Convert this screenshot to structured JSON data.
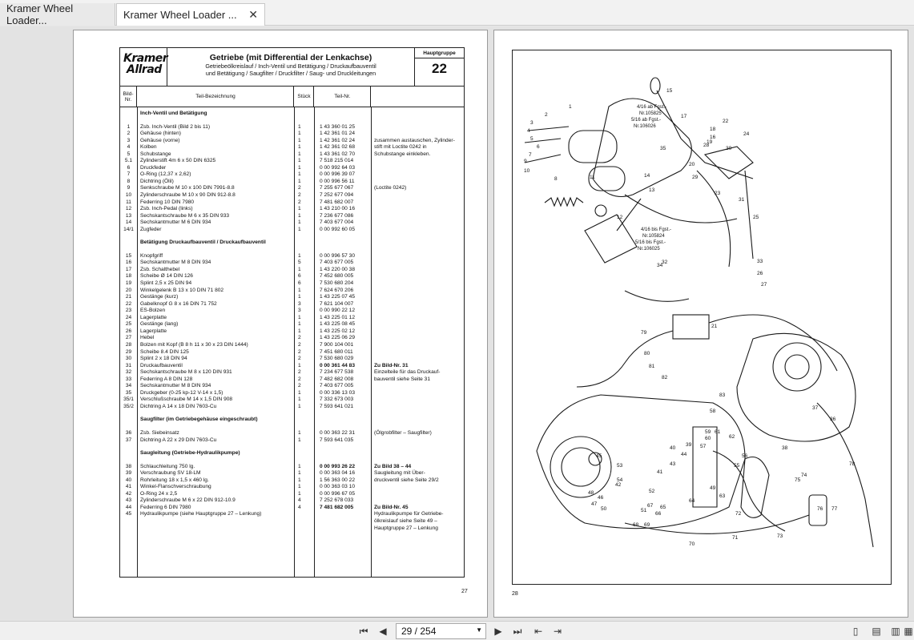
{
  "tabs": [
    {
      "label": "Kramer Wheel Loader..."
    },
    {
      "label": "Kramer Wheel Loader ..."
    }
  ],
  "left_page": {
    "logo_line1": "Kramer",
    "logo_line2": "Allrad",
    "title": "Getriebe (mit Differential der Lenkachse)",
    "subtitle1": "Getriebeölkreislauf / Inch-Ventil und Betätigung / Druckaufbauventil",
    "subtitle2": "und Betätigung / Saugfilter / Druckfilter / Saug- und Druckleitungen",
    "hauptgruppe_label": "Hauptgruppe",
    "hauptgruppe_number": "22",
    "col_bild": "Bild-Nr.",
    "col_teil": "Teil-Bezeichnung",
    "col_stueck": "Stück",
    "col_nr": "Teil-Nr.",
    "page_number": "27",
    "rows": [
      {
        "type": "sec",
        "n": "Inch-Ventil und Betätigung"
      },
      {
        "type": "gap"
      },
      {
        "b": "1",
        "n": "Zsb. Inch-Ventil (Bild 2 bis 11)",
        "q": "1",
        "p": "1 43 360 01 25",
        "r": ""
      },
      {
        "b": "2",
        "n": "Gehäuse (hinten)",
        "q": "1",
        "p": "1 42 361 01 24",
        "r": ""
      },
      {
        "b": "3",
        "n": "Gehäuse (vorne)",
        "q": "1",
        "p": "1 42 361 02 24",
        "r": "zusammen austauschen, Zylinder-"
      },
      {
        "b": "4",
        "n": "Kolben",
        "q": "1",
        "p": "1 42 361 02 68",
        "r": "stift mit Loctite 0242 in"
      },
      {
        "b": "5",
        "n": "Schubstange",
        "q": "1",
        "p": "1 43 361 02 70",
        "r": "Schubstange einkleben."
      },
      {
        "b": "5.1",
        "n": "Zylinderstift 4m 6 x 50 DIN 6325",
        "q": "1",
        "p": "7 518 215 014",
        "r": ""
      },
      {
        "b": "6",
        "n": "Druckfeder",
        "q": "1",
        "p": "0 00 992 64 03",
        "r": ""
      },
      {
        "b": "7",
        "n": "O-Ring (12,37 x 2,62)",
        "q": "1",
        "p": "0 00 996 39 07",
        "r": ""
      },
      {
        "b": "8",
        "n": "Dichtring (Ölil)",
        "q": "1",
        "p": "0 00 996 56 11",
        "r": ""
      },
      {
        "b": "9",
        "n": "Senkschraube M 10 x 100 DIN 7991-8.8",
        "q": "2",
        "p": "7 255 677 067",
        "r": "(Loctite 0242)"
      },
      {
        "b": "10",
        "n": "Zylinderschraube M 10 x 90 DIN 912-8.8",
        "q": "2",
        "p": "7 252 677 094",
        "r": ""
      },
      {
        "b": "11",
        "n": "Federring 10 DIN 7980",
        "q": "2",
        "p": "7 481 682 007",
        "r": ""
      },
      {
        "b": "12",
        "n": "Zsb. Inch-Pedal (links)",
        "q": "1",
        "p": "1 43 210 00 16",
        "r": ""
      },
      {
        "b": "13",
        "n": "Sechskantschraube M 6 x 35 DIN 933",
        "q": "1",
        "p": "7 236 677 086",
        "r": ""
      },
      {
        "b": "14",
        "n": "Sechskantmutter M 6 DIN 934",
        "q": "1",
        "p": "7 403 677 004",
        "r": ""
      },
      {
        "b": "14/1",
        "n": "Zugfeder",
        "q": "1",
        "p": "0 00 992 60 05",
        "r": ""
      },
      {
        "type": "gap"
      },
      {
        "type": "sec",
        "n": "Betätigung Druckaufbauventil / Druckaufbauventil"
      },
      {
        "type": "gap"
      },
      {
        "b": "15",
        "n": "Knopfgriff",
        "q": "1",
        "p": "0 00 996 57 30",
        "r": ""
      },
      {
        "b": "16",
        "n": "Sechskantmutter M 8 DIN 934",
        "q": "5",
        "p": "7 403 677 005",
        "r": ""
      },
      {
        "b": "17",
        "n": "Zsb. Schalthebel",
        "q": "1",
        "p": "1 43 220 00 38",
        "r": ""
      },
      {
        "b": "18",
        "n": "Scheibe Ø 14 DIN 126",
        "q": "6",
        "p": "7 452 680 005",
        "r": ""
      },
      {
        "b": "19",
        "n": "Splint 2,5 x 25 DIN 94",
        "q": "6",
        "p": "7 530 680 204",
        "r": ""
      },
      {
        "b": "20",
        "n": "Winkelgelenk B 13 x 10 DIN 71 802",
        "q": "1",
        "p": "7 624 670 206",
        "r": ""
      },
      {
        "b": "21",
        "n": "Gestänge (kurz)",
        "q": "1",
        "p": "1 43 225 07 45",
        "r": ""
      },
      {
        "b": "22",
        "n": "Gabelknopf G 8 x 16 DIN 71 752",
        "q": "3",
        "p": "7 621 104 007",
        "r": ""
      },
      {
        "b": "23",
        "n": "ES-Bolzen",
        "q": "3",
        "p": "0 00 990 22 12",
        "r": ""
      },
      {
        "b": "24",
        "n": "Lagerplatte",
        "q": "1",
        "p": "1 43 225 01 12",
        "r": ""
      },
      {
        "b": "25",
        "n": "Gestänge (lang)",
        "q": "1",
        "p": "1 43 225 08 45",
        "r": ""
      },
      {
        "b": "26",
        "n": "Lagerplatte",
        "q": "1",
        "p": "1 43 225 02 12",
        "r": ""
      },
      {
        "b": "27",
        "n": "Hebel",
        "q": "2",
        "p": "1 43 225 06 29",
        "r": ""
      },
      {
        "b": "28",
        "n": "Bolzen mit Kopf (B 8 h 11 x 30 x 23 DIN 1444)",
        "q": "2",
        "p": "7 900 104 001",
        "r": ""
      },
      {
        "b": "29",
        "n": "Scheibe 8.4 DIN 125",
        "q": "2",
        "p": "7 451 680 011",
        "r": ""
      },
      {
        "b": "30",
        "n": "Splint 2 x 18 DIN 94",
        "q": "2",
        "p": "7 530 680 029",
        "r": ""
      },
      {
        "b": "31",
        "n": "Druckaufbauventil",
        "q": "1",
        "p": "0 00 361 44 83",
        "r": "Zu Bild-Nr. 31",
        "bold": true
      },
      {
        "b": "32",
        "n": "Sechskantschraube M 8 x 120 DIN 931",
        "q": "2",
        "p": "7 234 677 538",
        "r": "Einzelteile für das Druckauf-"
      },
      {
        "b": "33",
        "n": "Federring A 8 DIN 128",
        "q": "2",
        "p": "7 482 682 008",
        "r": "bauventil siehe Seite 31"
      },
      {
        "b": "34",
        "n": "Sechskantmutter M 8 DIN 934",
        "q": "2",
        "p": "7 403 677 005",
        "r": ""
      },
      {
        "b": "35",
        "n": "Druckgeber (0-25 kp-12 V-14 x 1,5)",
        "q": "1",
        "p": "0 00 336 13 03",
        "r": ""
      },
      {
        "b": "35/1",
        "n": "Verschlußschraube M 14 x 1,5 DIN 908",
        "q": "1",
        "p": "7 332 673 003",
        "r": ""
      },
      {
        "b": "35/2",
        "n": "Dichtring A 14 x 18 DIN 7603-Cu",
        "q": "1",
        "p": "7 593 641 021",
        "r": ""
      },
      {
        "type": "gap"
      },
      {
        "type": "sec",
        "n": "Saugfilter (im Getriebegehäuse eingeschraubt)"
      },
      {
        "type": "gap"
      },
      {
        "b": "36",
        "n": "Zsb. Siebeinsatz",
        "q": "1",
        "p": "0 00 363 22 31",
        "r": "(Ölgrobfilter – Saugfilter)"
      },
      {
        "b": "37",
        "n": "Dichtring A 22 x 29 DIN 7603-Cu",
        "q": "1",
        "p": "7 593 641 035",
        "r": ""
      },
      {
        "type": "gap"
      },
      {
        "type": "sec",
        "n": "Saugleitung (Getriebe-Hydraulikpumpe)"
      },
      {
        "type": "gap"
      },
      {
        "b": "38",
        "n": "Schlauchleitung 750 lg.",
        "q": "1",
        "p": "0 00 993 26 22",
        "r": "Zu Bild 38 – 44",
        "bold": true
      },
      {
        "b": "39",
        "n": "Verschraubung SV 18-LM",
        "q": "1",
        "p": "0 00 363 04 16",
        "r": "Saugleitung mit Über-"
      },
      {
        "b": "40",
        "n": "Rohrleitung 18 x 1,5 x 460 lg.",
        "q": "1",
        "p": "1 56 363 00 22",
        "r": "druckventil siehe Seite 29/2"
      },
      {
        "b": "41",
        "n": "Winkel-Flanschverschraubung",
        "q": "1",
        "p": "0 00 363 03 10",
        "r": ""
      },
      {
        "b": "42",
        "n": "O-Ring 24 x 2,5",
        "q": "1",
        "p": "0 00 996 67 05",
        "r": ""
      },
      {
        "b": "43",
        "n": "Zylinderschraube M 6 x 22 DIN 912-10.9",
        "q": "4",
        "p": "7 252 678 033",
        "r": ""
      },
      {
        "b": "44",
        "n": "Federring 6 DIN 7980",
        "q": "4",
        "p": "7 481 682 005",
        "r": "Zu Bild-Nr. 45",
        "bold": true
      },
      {
        "b": "45",
        "n": "Hydraulikpumpe (siehe Hauptgruppe 27 – Lenkung)",
        "q": "",
        "p": "",
        "r": "Hydraulikpumpe für Getriebe-"
      },
      {
        "b": "",
        "n": "",
        "q": "",
        "p": "",
        "r": "ölkreislauf siehe Seite 49 –"
      },
      {
        "b": "",
        "n": "",
        "q": "",
        "p": "",
        "r": "Hauptgruppe 27 – Lenkung"
      }
    ]
  },
  "right_page": {
    "page_number": "28",
    "note1": "4/16 ab Fgst.-",
    "note2": "Nr.105825",
    "note3": "5/16 ab Fgst.-",
    "note4": "Nr.106026",
    "note5": "4/16 bis Fgst.-",
    "note6": "Nr.105824",
    "note7": "5/16 bis Fgst.-",
    "note8": "Nr.106025",
    "callouts": [
      "1",
      "2",
      "3",
      "4",
      "5",
      "6",
      "7",
      "8",
      "9",
      "10",
      "11",
      "12",
      "13",
      "14",
      "15",
      "16",
      "17",
      "18",
      "19",
      "20",
      "21",
      "22",
      "23",
      "24",
      "25",
      "26",
      "27",
      "28",
      "29",
      "30",
      "31",
      "32",
      "33",
      "34",
      "35",
      "36",
      "37",
      "38",
      "39",
      "40",
      "41",
      "42",
      "43",
      "44",
      "45",
      "46",
      "47",
      "48",
      "49",
      "50",
      "51",
      "52",
      "53",
      "54",
      "55",
      "56",
      "57",
      "58",
      "59",
      "60",
      "61",
      "62",
      "63",
      "64",
      "65",
      "66",
      "67",
      "68",
      "69",
      "70",
      "71",
      "72",
      "73",
      "74",
      "75",
      "76",
      "77",
      "78",
      "79",
      "80",
      "81",
      "82",
      "83"
    ]
  },
  "toolbar": {
    "page_value": "29 / 254",
    "first_label": "⏮",
    "prev_label": "◀",
    "next_label": "▶",
    "last_label": "⏭"
  }
}
